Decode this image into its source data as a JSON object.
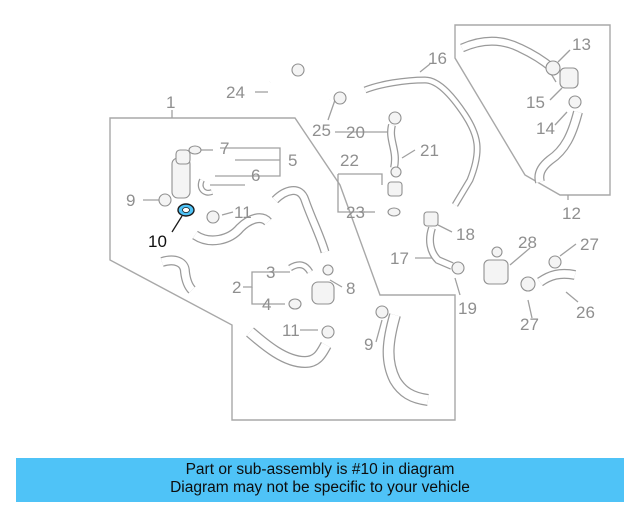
{
  "diagram": {
    "callouts": [
      "1",
      "2",
      "3",
      "4",
      "5",
      "6",
      "7",
      "8",
      "9",
      "9",
      "10",
      "11",
      "11",
      "12",
      "13",
      "14",
      "15",
      "16",
      "17",
      "18",
      "19",
      "20",
      "21",
      "22",
      "23",
      "24",
      "25",
      "26",
      "27",
      "27",
      "28"
    ],
    "highlight": "10",
    "colors": {
      "highlight_part": "#4fc3f7",
      "label_gray": "#8f8f8f",
      "label_highlight": "#111111"
    }
  },
  "banner": {
    "line1": "Part or sub-assembly is #10 in diagram",
    "line2": "Diagram may not be specific to your vehicle",
    "background": "#4fc3f7"
  }
}
